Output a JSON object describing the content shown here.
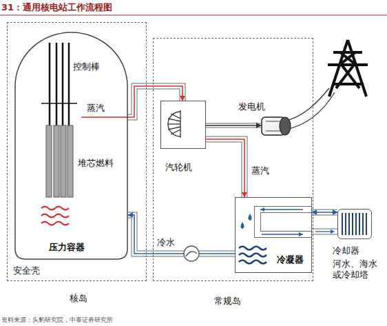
{
  "diagram": {
    "title": "31：通用核电站工作流程图",
    "caption": "资料来源：头豹研究院，中泰证券研究所",
    "nodes": [
      {
        "text": [
          "安全壳",
          "核岛"
        ]
      },
      {
        "text": [
          "压力容器"
        ],
        "in": 0
      },
      {
        "text": [
          "常规岛"
        ]
      },
      {
        "text": [
          "汽轮机"
        ],
        "in": 2
      },
      {
        "text": [
          "发电机"
        ],
        "in": 2
      },
      {
        "text": [
          "冷凝器"
        ],
        "in": 2
      },
      {
        "text": [
          "冷却器",
          "河水、海水 或冷却塔"
        ]
      }
    ],
    "edges": [
      {
        "from": 1,
        "to": 3,
        "label": "蒸汽",
        "arrow": "to"
      },
      {
        "from": 3,
        "to": 5,
        "label": "蒸汽",
        "arrow": "to"
      },
      {
        "from": 5,
        "to": 1,
        "label": "冷水",
        "arrow": "to"
      },
      {
        "from": 3,
        "to": 4,
        "arrow": "to"
      },
      {
        "from": 5,
        "to": 6,
        "arrow": "both"
      }
    ],
    "labels": [
      "控制棒",
      "堆芯燃料"
    ]
  }
}
